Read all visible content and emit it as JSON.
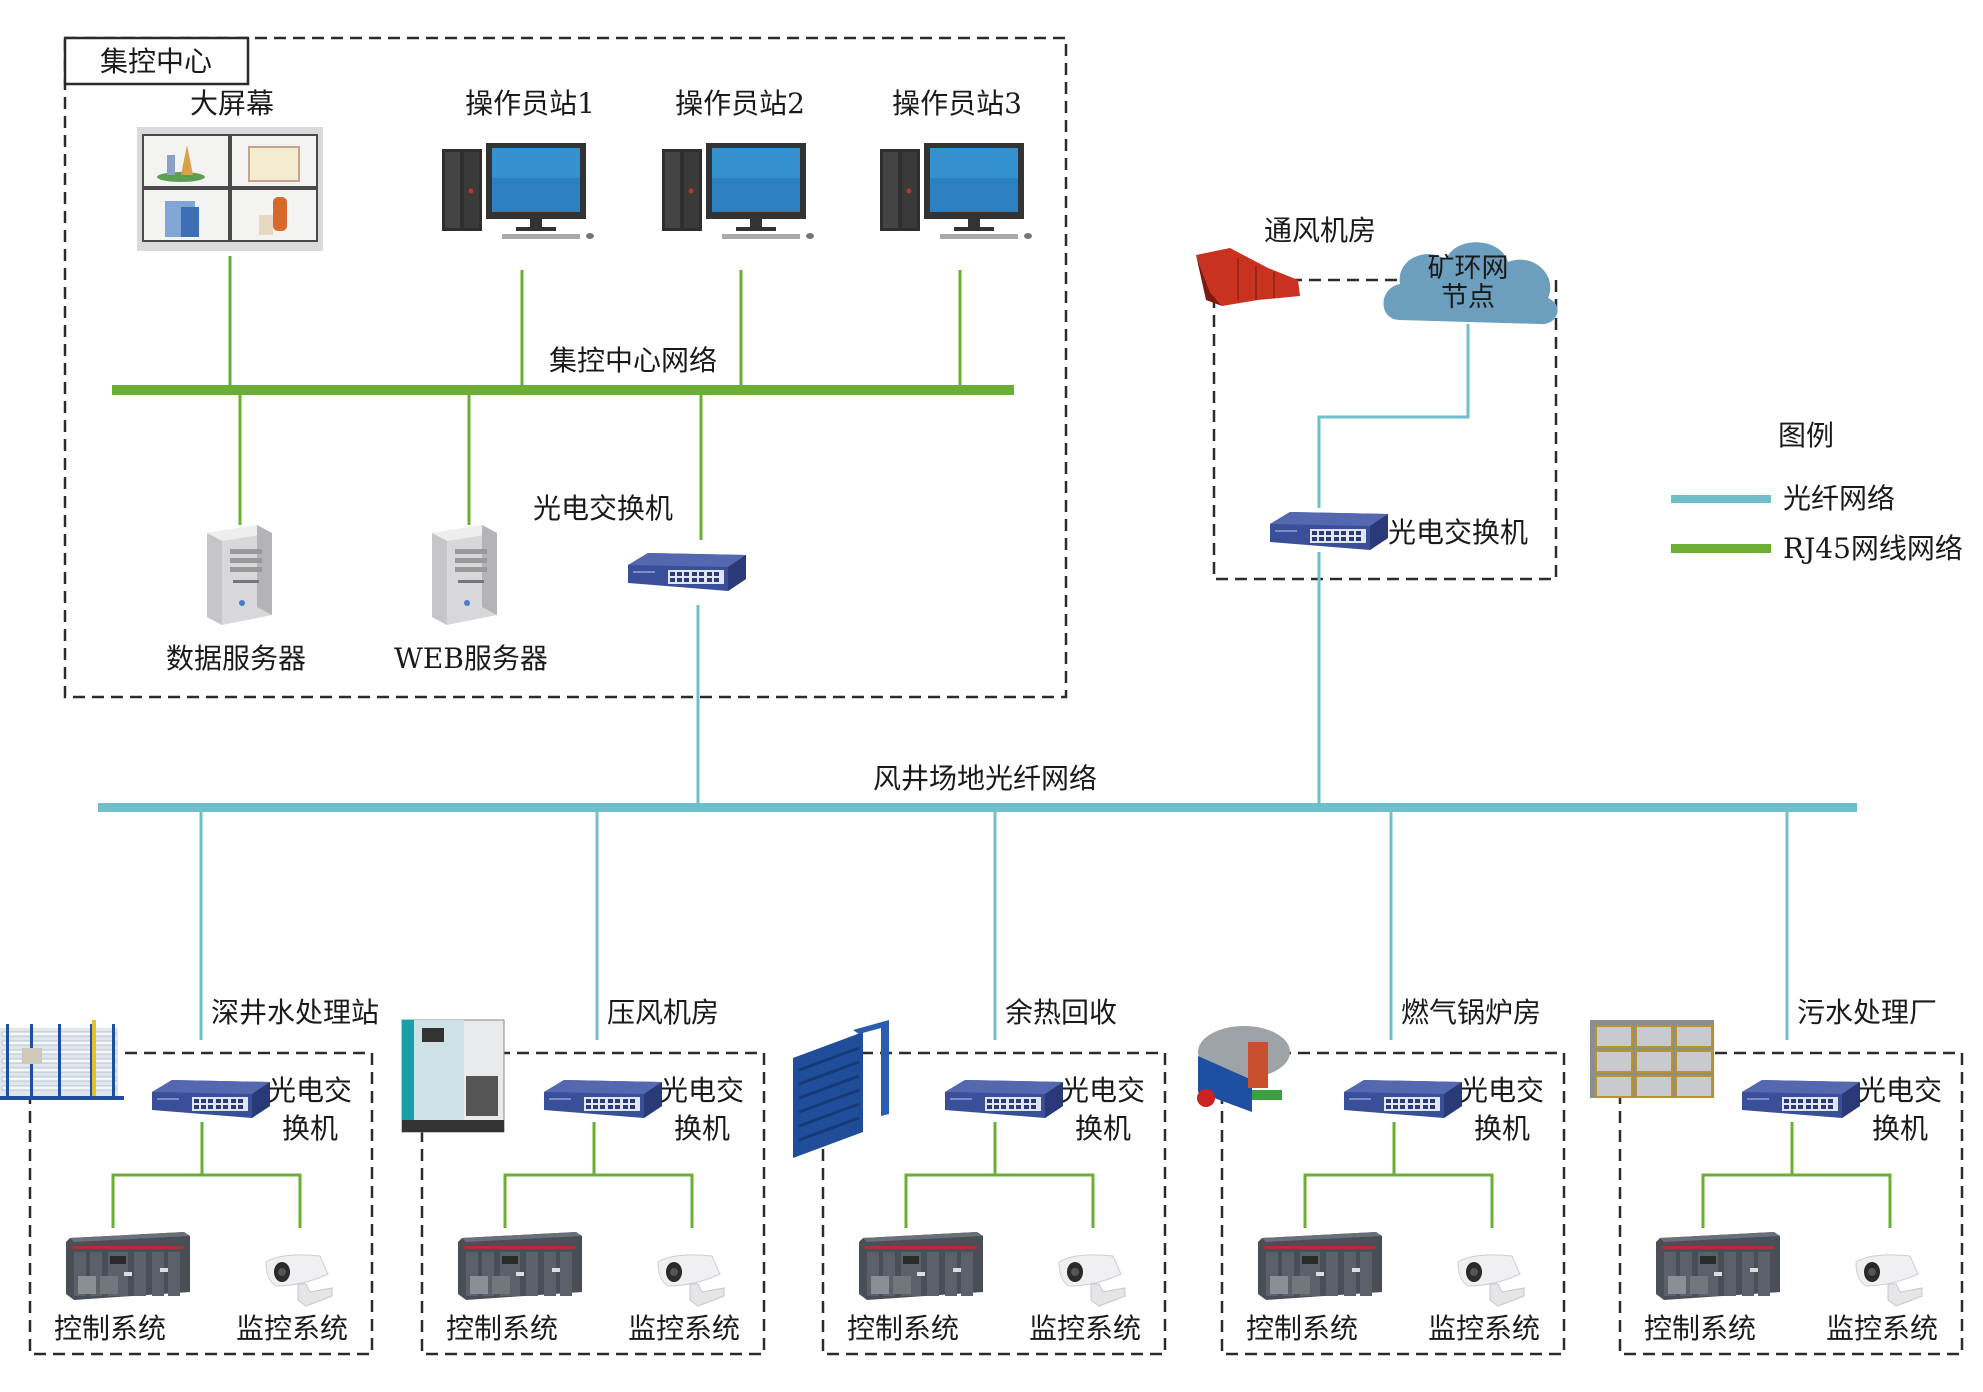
{
  "colors": {
    "fiber": "#6fbfcb",
    "rj45": "#6aaf34",
    "dashed_border": "#2b2b2b",
    "cloud": "#6b9fbd",
    "switch": "#3a4f99",
    "monitor_screen": "#2c7fc0"
  },
  "control_center": {
    "title": "集控中心",
    "network_label": "集控中心网络",
    "devices": {
      "big_screen": "大屏幕",
      "operator_stations": [
        "操作员站1",
        "操作员站2",
        "操作员站3"
      ],
      "data_server": "数据服务器",
      "web_server": "WEB服务器",
      "switch": "光电交换机"
    }
  },
  "ventilation_room": {
    "title": "通风机房",
    "cloud_label_line1": "矿环网",
    "cloud_label_line2": "节点",
    "switch": "光电交换机"
  },
  "field_network_label": "风井场地光纤网络",
  "legend": {
    "title": "图例",
    "items": [
      {
        "label": "光纤网络",
        "kind": "fiber"
      },
      {
        "label": "RJ45网线网络",
        "kind": "rj45"
      }
    ]
  },
  "stations": [
    {
      "name": "深井水处理站",
      "equipment": "water-treatment",
      "switch_line1": "光电交",
      "switch_line2": "换机",
      "control": "控制系统",
      "monitor": "监控系统"
    },
    {
      "name": "压风机房",
      "equipment": "air-compressor",
      "switch_line1": "光电交",
      "switch_line2": "换机",
      "control": "控制系统",
      "monitor": "监控系统"
    },
    {
      "name": "余热回收",
      "equipment": "heat-exchanger",
      "switch_line1": "光电交",
      "switch_line2": "换机",
      "control": "控制系统",
      "monitor": "监控系统"
    },
    {
      "name": "燃气锅炉房",
      "equipment": "gas-boiler",
      "switch_line1": "光电交",
      "switch_line2": "换机",
      "control": "控制系统",
      "monitor": "监控系统"
    },
    {
      "name": "污水处理厂",
      "equipment": "sewage-plant",
      "switch_line1": "光电交",
      "switch_line2": "换机",
      "control": "控制系统",
      "monitor": "监控系统"
    }
  ]
}
